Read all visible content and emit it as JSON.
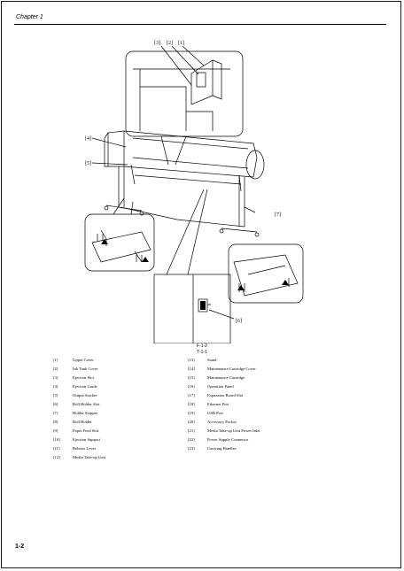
{
  "header": {
    "chapter": "Chapter 1"
  },
  "figure": {
    "callouts": {
      "c3": "[3]",
      "c2": "[2]",
      "c1": "[1]",
      "c4": "[4]",
      "c5": "[5]",
      "c7": "[7]",
      "c6": "[6]"
    },
    "figure_caption": "F-1-2",
    "table_caption": "T-1-1"
  },
  "parts": {
    "left": [
      {
        "num": "[1]",
        "name": "Upper Cover"
      },
      {
        "num": "[2]",
        "name": "Ink Tank Cover"
      },
      {
        "num": "[3]",
        "name": "Ejection Slot"
      },
      {
        "num": "[4]",
        "name": "Ejection Guide"
      },
      {
        "num": "[5]",
        "name": "Output Stacker"
      },
      {
        "num": "[6]",
        "name": "Roll Holder Slot"
      },
      {
        "num": "[7]",
        "name": "Holder Stopper"
      },
      {
        "num": "[8]",
        "name": "Roll Holder"
      },
      {
        "num": "[9]",
        "name": "Paper Feed Slot"
      },
      {
        "num": "[10]",
        "name": "Ejection Support"
      },
      {
        "num": "[11]",
        "name": "Release Lever"
      },
      {
        "num": "[12]",
        "name": "Media Take-up Unit"
      }
    ],
    "right": [
      {
        "num": "[13]",
        "name": "Stand"
      },
      {
        "num": "[14]",
        "name": "Maintenance Cartridge Cover"
      },
      {
        "num": "[15]",
        "name": "Maintenance Cartridge"
      },
      {
        "num": "[16]",
        "name": "Operation Panel"
      },
      {
        "num": "[17]",
        "name": "Expansion Board Slot"
      },
      {
        "num": "[18]",
        "name": "Ethernet Port"
      },
      {
        "num": "[19]",
        "name": "USB Port"
      },
      {
        "num": "[20]",
        "name": "Accessory Pocket"
      },
      {
        "num": "[21]",
        "name": "Media Take-up Unit Power Inlet"
      },
      {
        "num": "[22]",
        "name": "Power Supply Connector"
      },
      {
        "num": "[23]",
        "name": "Carrying Handles"
      }
    ]
  },
  "footer": {
    "page_number": "1-2"
  }
}
